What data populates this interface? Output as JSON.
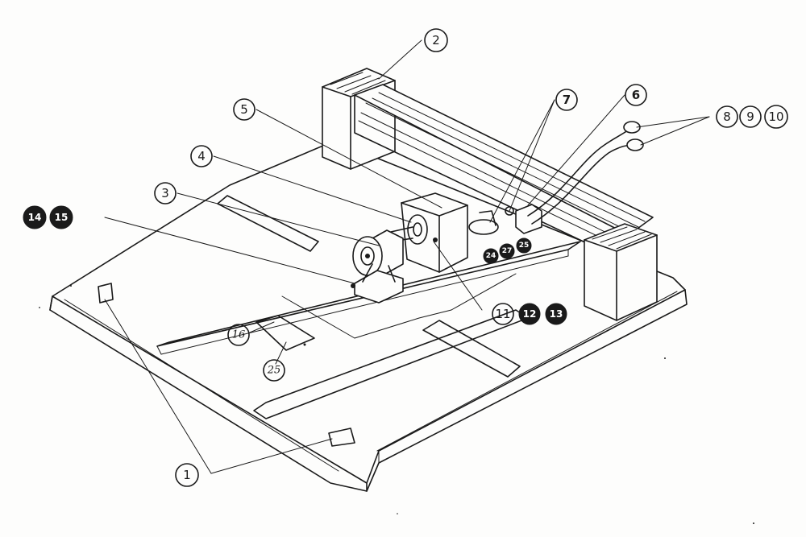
{
  "callouts": {
    "c1": "1",
    "c2": "2",
    "c3": "3",
    "c4": "4",
    "c5": "5",
    "c6": "6",
    "c7": "7",
    "c8": "8",
    "c9": "9",
    "c10": "10",
    "c11": "11",
    "c12": "12",
    "c13": "13",
    "c14": "14",
    "c15": "15",
    "c16": "16",
    "c24": "24",
    "c25a": "25",
    "c25b": "25",
    "c27": "27"
  },
  "colors": {
    "ink": "#1a1a1a",
    "paper": "#fdfdfc"
  }
}
